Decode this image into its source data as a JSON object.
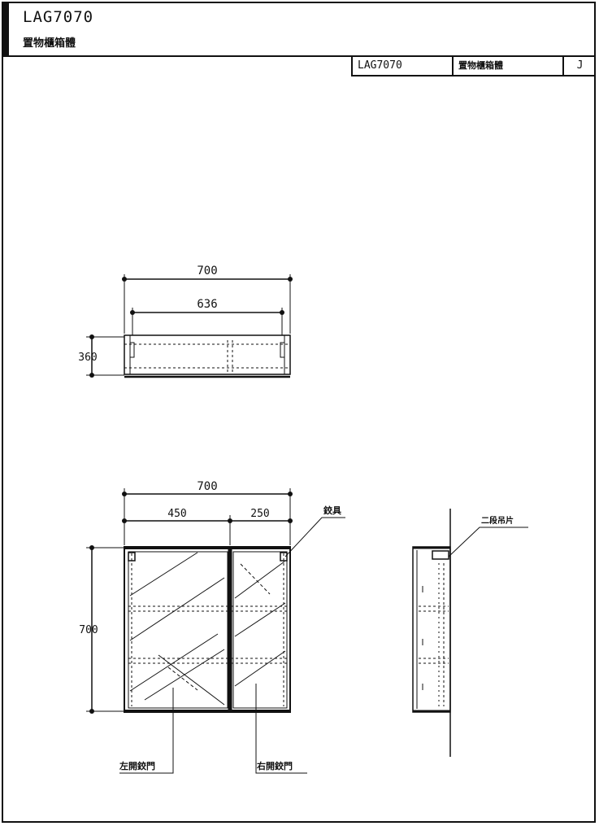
{
  "header": {
    "title": "LAG7070",
    "subtitle": "置物櫃箱體"
  },
  "title_block": {
    "code": "LAG7070",
    "name": "置物櫃箱體",
    "page": "J"
  },
  "top_view": {
    "overall_width": "700",
    "inner_width": "636",
    "depth": "360"
  },
  "front_view": {
    "overall_width": "700",
    "left_width": "450",
    "right_width": "250",
    "height": "700",
    "hinge_label": "鉸具",
    "left_door_label": "左開鉸門",
    "right_door_label": "右開鉸門"
  },
  "side_view": {
    "mount_label": "二段吊片"
  }
}
